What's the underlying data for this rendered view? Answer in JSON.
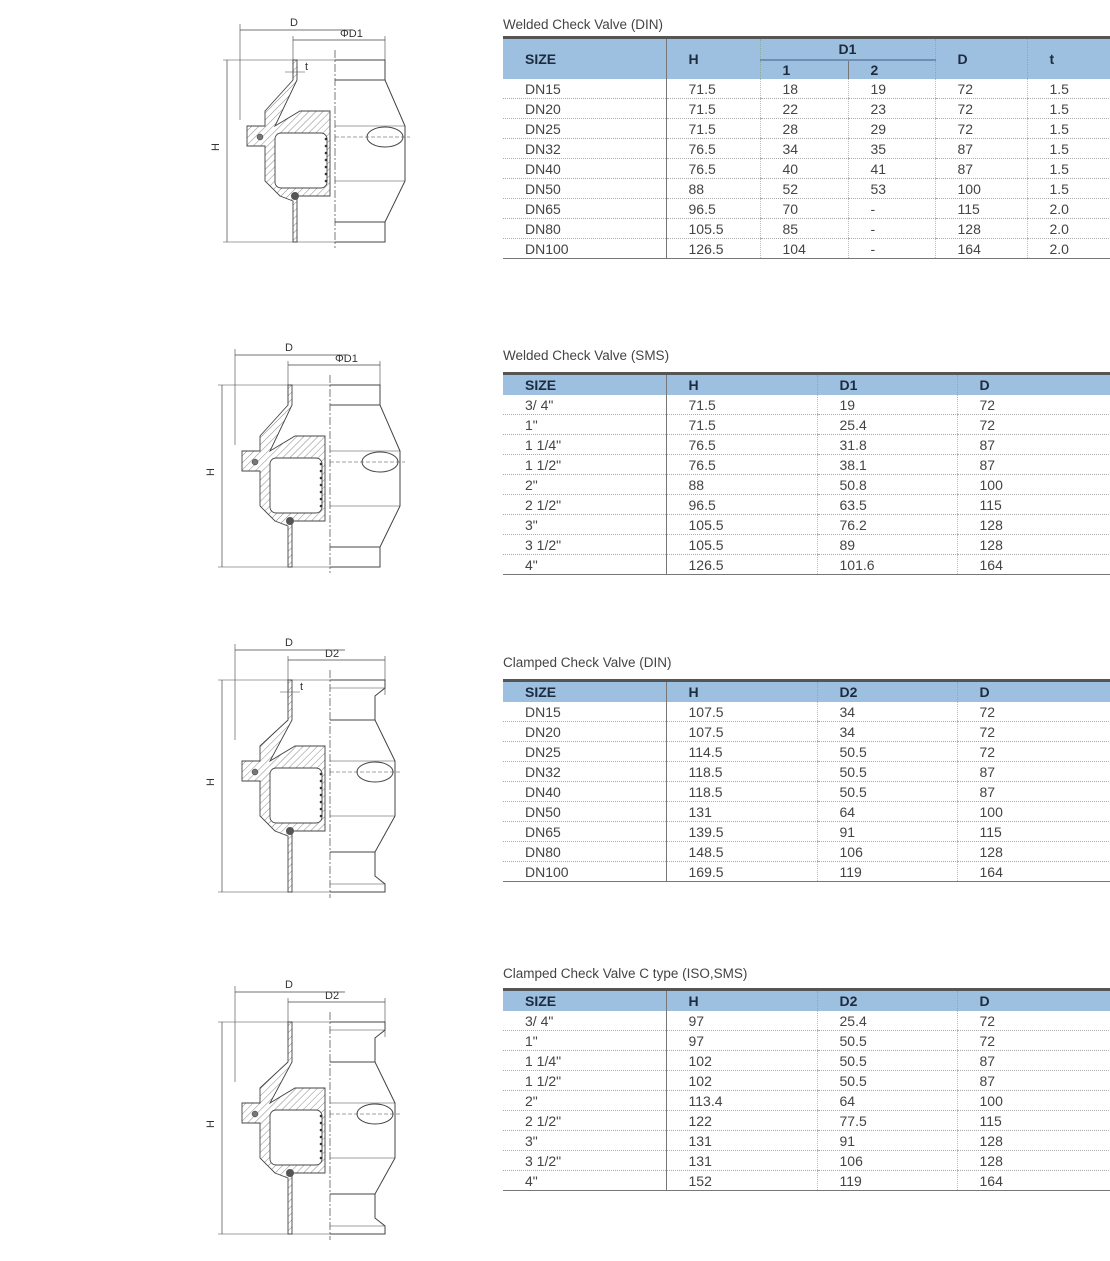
{
  "sections": [
    {
      "title": "Welded Check Valve (DIN)",
      "drawing": {
        "type": "welded",
        "labels": {
          "D": "D",
          "D1": "ΦD1",
          "t": "t",
          "H": "H"
        }
      },
      "headers": {
        "size": "SIZE",
        "h": "H",
        "d1": "D1",
        "d1_1": "1",
        "d1_2": "2",
        "d": "D",
        "t": "t"
      },
      "rows": [
        [
          "DN15",
          "71.5",
          "18",
          "19",
          "72",
          "1.5"
        ],
        [
          "DN20",
          "71.5",
          "22",
          "23",
          "72",
          "1.5"
        ],
        [
          "DN25",
          "71.5",
          "28",
          "29",
          "72",
          "1.5"
        ],
        [
          "DN32",
          "76.5",
          "34",
          "35",
          "87",
          "1.5"
        ],
        [
          "DN40",
          "76.5",
          "40",
          "41",
          "87",
          "1.5"
        ],
        [
          "DN50",
          "88",
          "52",
          "53",
          "100",
          "1.5"
        ],
        [
          "DN65",
          "96.5",
          "70",
          "-",
          "115",
          "2.0"
        ],
        [
          "DN80",
          "105.5",
          "85",
          "-",
          "128",
          "2.0"
        ],
        [
          "DN100",
          "126.5",
          "104",
          "-",
          "164",
          "2.0"
        ]
      ]
    },
    {
      "title": "Welded Check Valve (SMS)",
      "drawing": {
        "type": "welded",
        "labels": {
          "D": "D",
          "D1": "ΦD1",
          "H": "H"
        }
      },
      "headers": [
        "SIZE",
        "H",
        "D1",
        "D"
      ],
      "rows": [
        [
          "3/ 4\"",
          "71.5",
          "19",
          "72"
        ],
        [
          "1\"",
          "71.5",
          "25.4",
          "72"
        ],
        [
          "1 1/4\"",
          "76.5",
          "31.8",
          "87"
        ],
        [
          "1 1/2\"",
          "76.5",
          "38.1",
          "87"
        ],
        [
          "2\"",
          "88",
          "50.8",
          "100"
        ],
        [
          "2 1/2\"",
          "96.5",
          "63.5",
          "115"
        ],
        [
          "3\"",
          "105.5",
          "76.2",
          "128"
        ],
        [
          "3 1/2\"",
          "105.5",
          "89",
          "128"
        ],
        [
          "4\"",
          "126.5",
          "101.6",
          "164"
        ]
      ]
    },
    {
      "title": "Clamped Check Valve (DIN)",
      "drawing": {
        "type": "clamped",
        "labels": {
          "D": "D",
          "D1": "D2",
          "t": "t",
          "H": "H"
        }
      },
      "headers": [
        "SIZE",
        "H",
        "D2",
        "D"
      ],
      "rows": [
        [
          "DN15",
          "107.5",
          "34",
          "72"
        ],
        [
          "DN20",
          "107.5",
          "34",
          "72"
        ],
        [
          "DN25",
          "114.5",
          "50.5",
          "72"
        ],
        [
          "DN32",
          "118.5",
          "50.5",
          "87"
        ],
        [
          "DN40",
          "118.5",
          "50.5",
          "87"
        ],
        [
          "DN50",
          "131",
          "64",
          "100"
        ],
        [
          "DN65",
          "139.5",
          "91",
          "115"
        ],
        [
          "DN80",
          "148.5",
          "106",
          "128"
        ],
        [
          "DN100",
          "169.5",
          "119",
          "164"
        ]
      ]
    },
    {
      "title": "Clamped Check Valve C type (ISO,SMS)",
      "drawing": {
        "type": "clamped",
        "labels": {
          "D": "D",
          "D1": "D2",
          "H": "H"
        }
      },
      "headers": [
        "SIZE",
        "H",
        "D2",
        "D"
      ],
      "rows": [
        [
          "3/ 4\"",
          "97",
          "25.4",
          "72"
        ],
        [
          "1\"",
          "97",
          "50.5",
          "72"
        ],
        [
          "1 1/4\"",
          "102",
          "50.5",
          "87"
        ],
        [
          "1 1/2\"",
          "102",
          "50.5",
          "87"
        ],
        [
          "2\"",
          "113.4",
          "64",
          "100"
        ],
        [
          "2 1/2\"",
          "122",
          "77.5",
          "115"
        ],
        [
          "3\"",
          "131",
          "91",
          "128"
        ],
        [
          "3 1/2\"",
          "131",
          "106",
          "128"
        ],
        [
          "4\"",
          "152",
          "119",
          "164"
        ]
      ]
    }
  ],
  "colors": {
    "header_bg": "#9dbfe0",
    "header_text": "#1d2b3f"
  }
}
